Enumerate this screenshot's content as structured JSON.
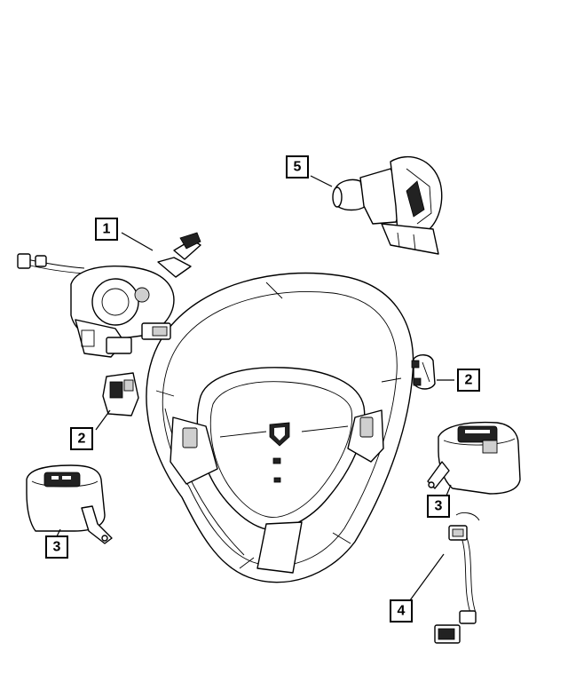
{
  "callouts": [
    {
      "id": "c1",
      "label": "1"
    },
    {
      "id": "c2a",
      "label": "2"
    },
    {
      "id": "c2b",
      "label": "2"
    },
    {
      "id": "c3a",
      "label": "3"
    },
    {
      "id": "c3b",
      "label": "3"
    },
    {
      "id": "c4",
      "label": "4"
    },
    {
      "id": "c5",
      "label": "5"
    }
  ]
}
